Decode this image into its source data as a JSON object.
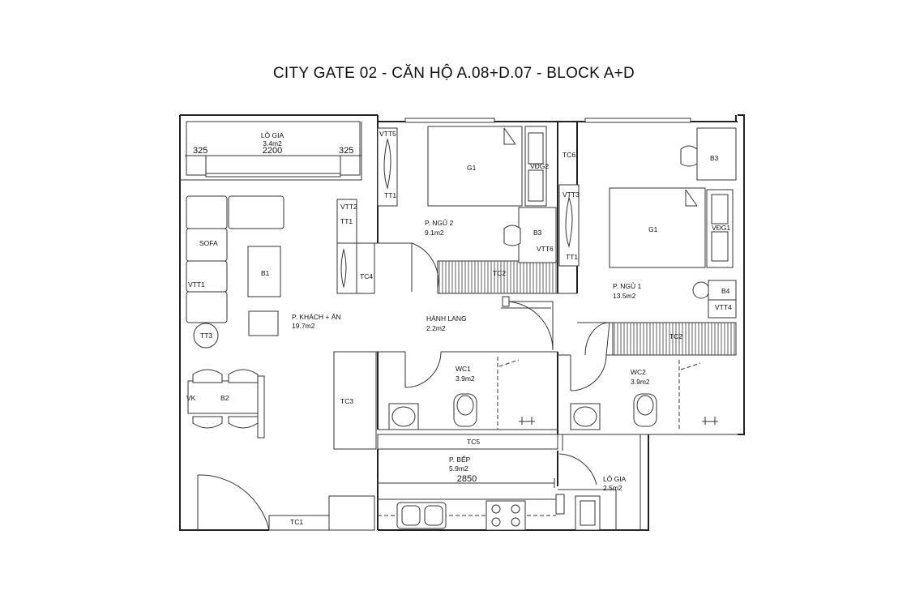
{
  "title": "CITY GATE 02 - CĂN HỘ A.08+D.07 - BLOCK A+D",
  "rooms": {
    "lo_gia_top": {
      "name": "LÔ GIA",
      "area": "3.4m2"
    },
    "khach_an": {
      "name": "P. KHÁCH + ĂN",
      "area": "19.7m2"
    },
    "ngu2": {
      "name": "P. NGỦ 2",
      "area": "9.1m2"
    },
    "ngu1": {
      "name": "P. NGỦ 1",
      "area": "13.5m2"
    },
    "hanh_lang": {
      "name": "HÀNH LANG",
      "area": "2.2m2"
    },
    "wc1": {
      "name": "WC1",
      "area": "3.9m2"
    },
    "wc2": {
      "name": "WC2",
      "area": "3.9m2"
    },
    "bep": {
      "name": "P. BẾP",
      "area": "5.9m2"
    },
    "lo_gia_bottom": {
      "name": "LÔ GIA",
      "area": "2.5m2"
    }
  },
  "dimensions": {
    "d1": "325",
    "d2": "2200",
    "d3": "325",
    "kitchen": "2850"
  },
  "labels": {
    "sofa": "SOFA",
    "b1": "B1",
    "vtt1": "VTT1",
    "tt3": "TT3",
    "vk": "VK",
    "b2": "B2",
    "tc1": "TC1",
    "tc3": "TC3",
    "tc4": "TC4",
    "tc5": "TC5",
    "vtt2": "VTT2",
    "tt1_a": "TT1",
    "vtt5": "VTT5",
    "tt1_b": "TT1",
    "g1_a": "G1",
    "vdg2": "VĐG2",
    "b3_a": "B3",
    "vtt6": "VTT6",
    "tc2_a": "TC2",
    "tc6": "TC6",
    "b3_b": "B3",
    "vtt3": "VTT3",
    "tt1_c": "TT1",
    "g1_b": "G1",
    "vdg1": "VĐG1",
    "b4": "B4",
    "vtt4": "VTT4",
    "tc2_b": "TC2"
  }
}
